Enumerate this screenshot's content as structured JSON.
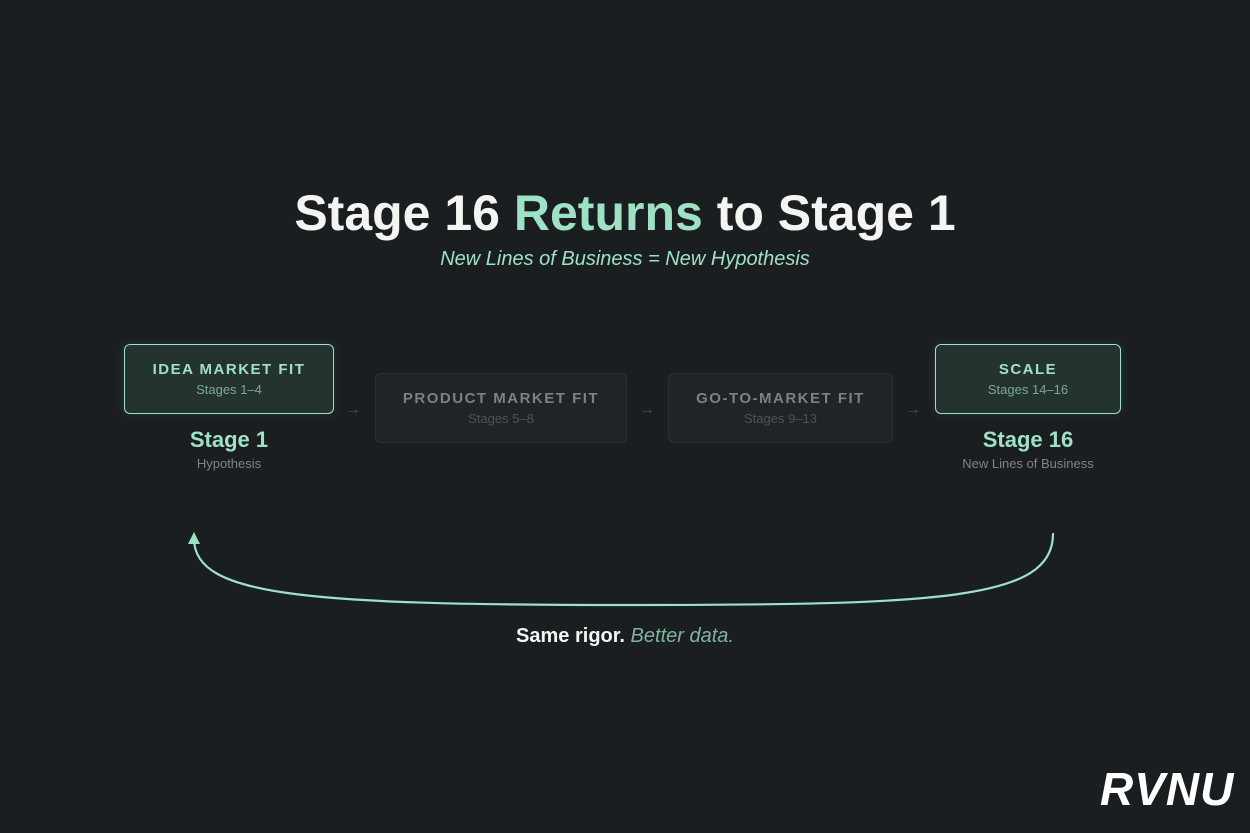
{
  "title": {
    "part1": "Stage 16 ",
    "accent": "Returns",
    "part2": " to Stage 1"
  },
  "subtitle": "New Lines of Business = New Hypothesis",
  "stages": [
    {
      "title": "IDEA MARKET FIT",
      "range": "Stages 1–4",
      "state": "active"
    },
    {
      "title": "PRODUCT MARKET FIT",
      "range": "Stages 5–8",
      "state": "inactive"
    },
    {
      "title": "GO-TO-MARKET FIT",
      "range": "Stages 9–13",
      "state": "inactive"
    },
    {
      "title": "SCALE",
      "range": "Stages 14–16",
      "state": "active"
    }
  ],
  "arrow_glyph": "→",
  "start_label": {
    "name": "Stage 1",
    "desc": "Hypothesis"
  },
  "end_label": {
    "name": "Stage 16",
    "desc": "New Lines of Business"
  },
  "tagline": {
    "strong": "Same rigor.",
    "soft": "Better data."
  },
  "logo_text": "RVNU",
  "colors": {
    "background": "#1a1e21",
    "accent": "#9fe1c4",
    "text": "#f4f4f2"
  }
}
